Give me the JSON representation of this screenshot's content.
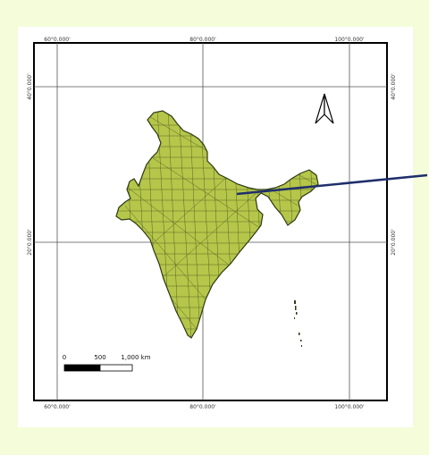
{
  "map": {
    "graticule_top": [
      "60°0.000'",
      "80°0.000'",
      "100°0.000'"
    ],
    "graticule_bottom": [
      "60°0.000'",
      "80°0.000'",
      "100°0.000'"
    ],
    "graticule_left": [
      "40°0.000'",
      "20°0.000'"
    ],
    "graticule_right": [
      "40°0.000'",
      "20°0.000'"
    ],
    "scale_bar": {
      "labels": [
        "0",
        "500",
        "1,000 km"
      ]
    },
    "north_arrow": "north-arrow-icon",
    "colors": {
      "background": "#f4fcd9",
      "land": "#b5c64a",
      "district_borders": "#3a4a1a",
      "pointer_line": "#1f2f6b"
    }
  }
}
